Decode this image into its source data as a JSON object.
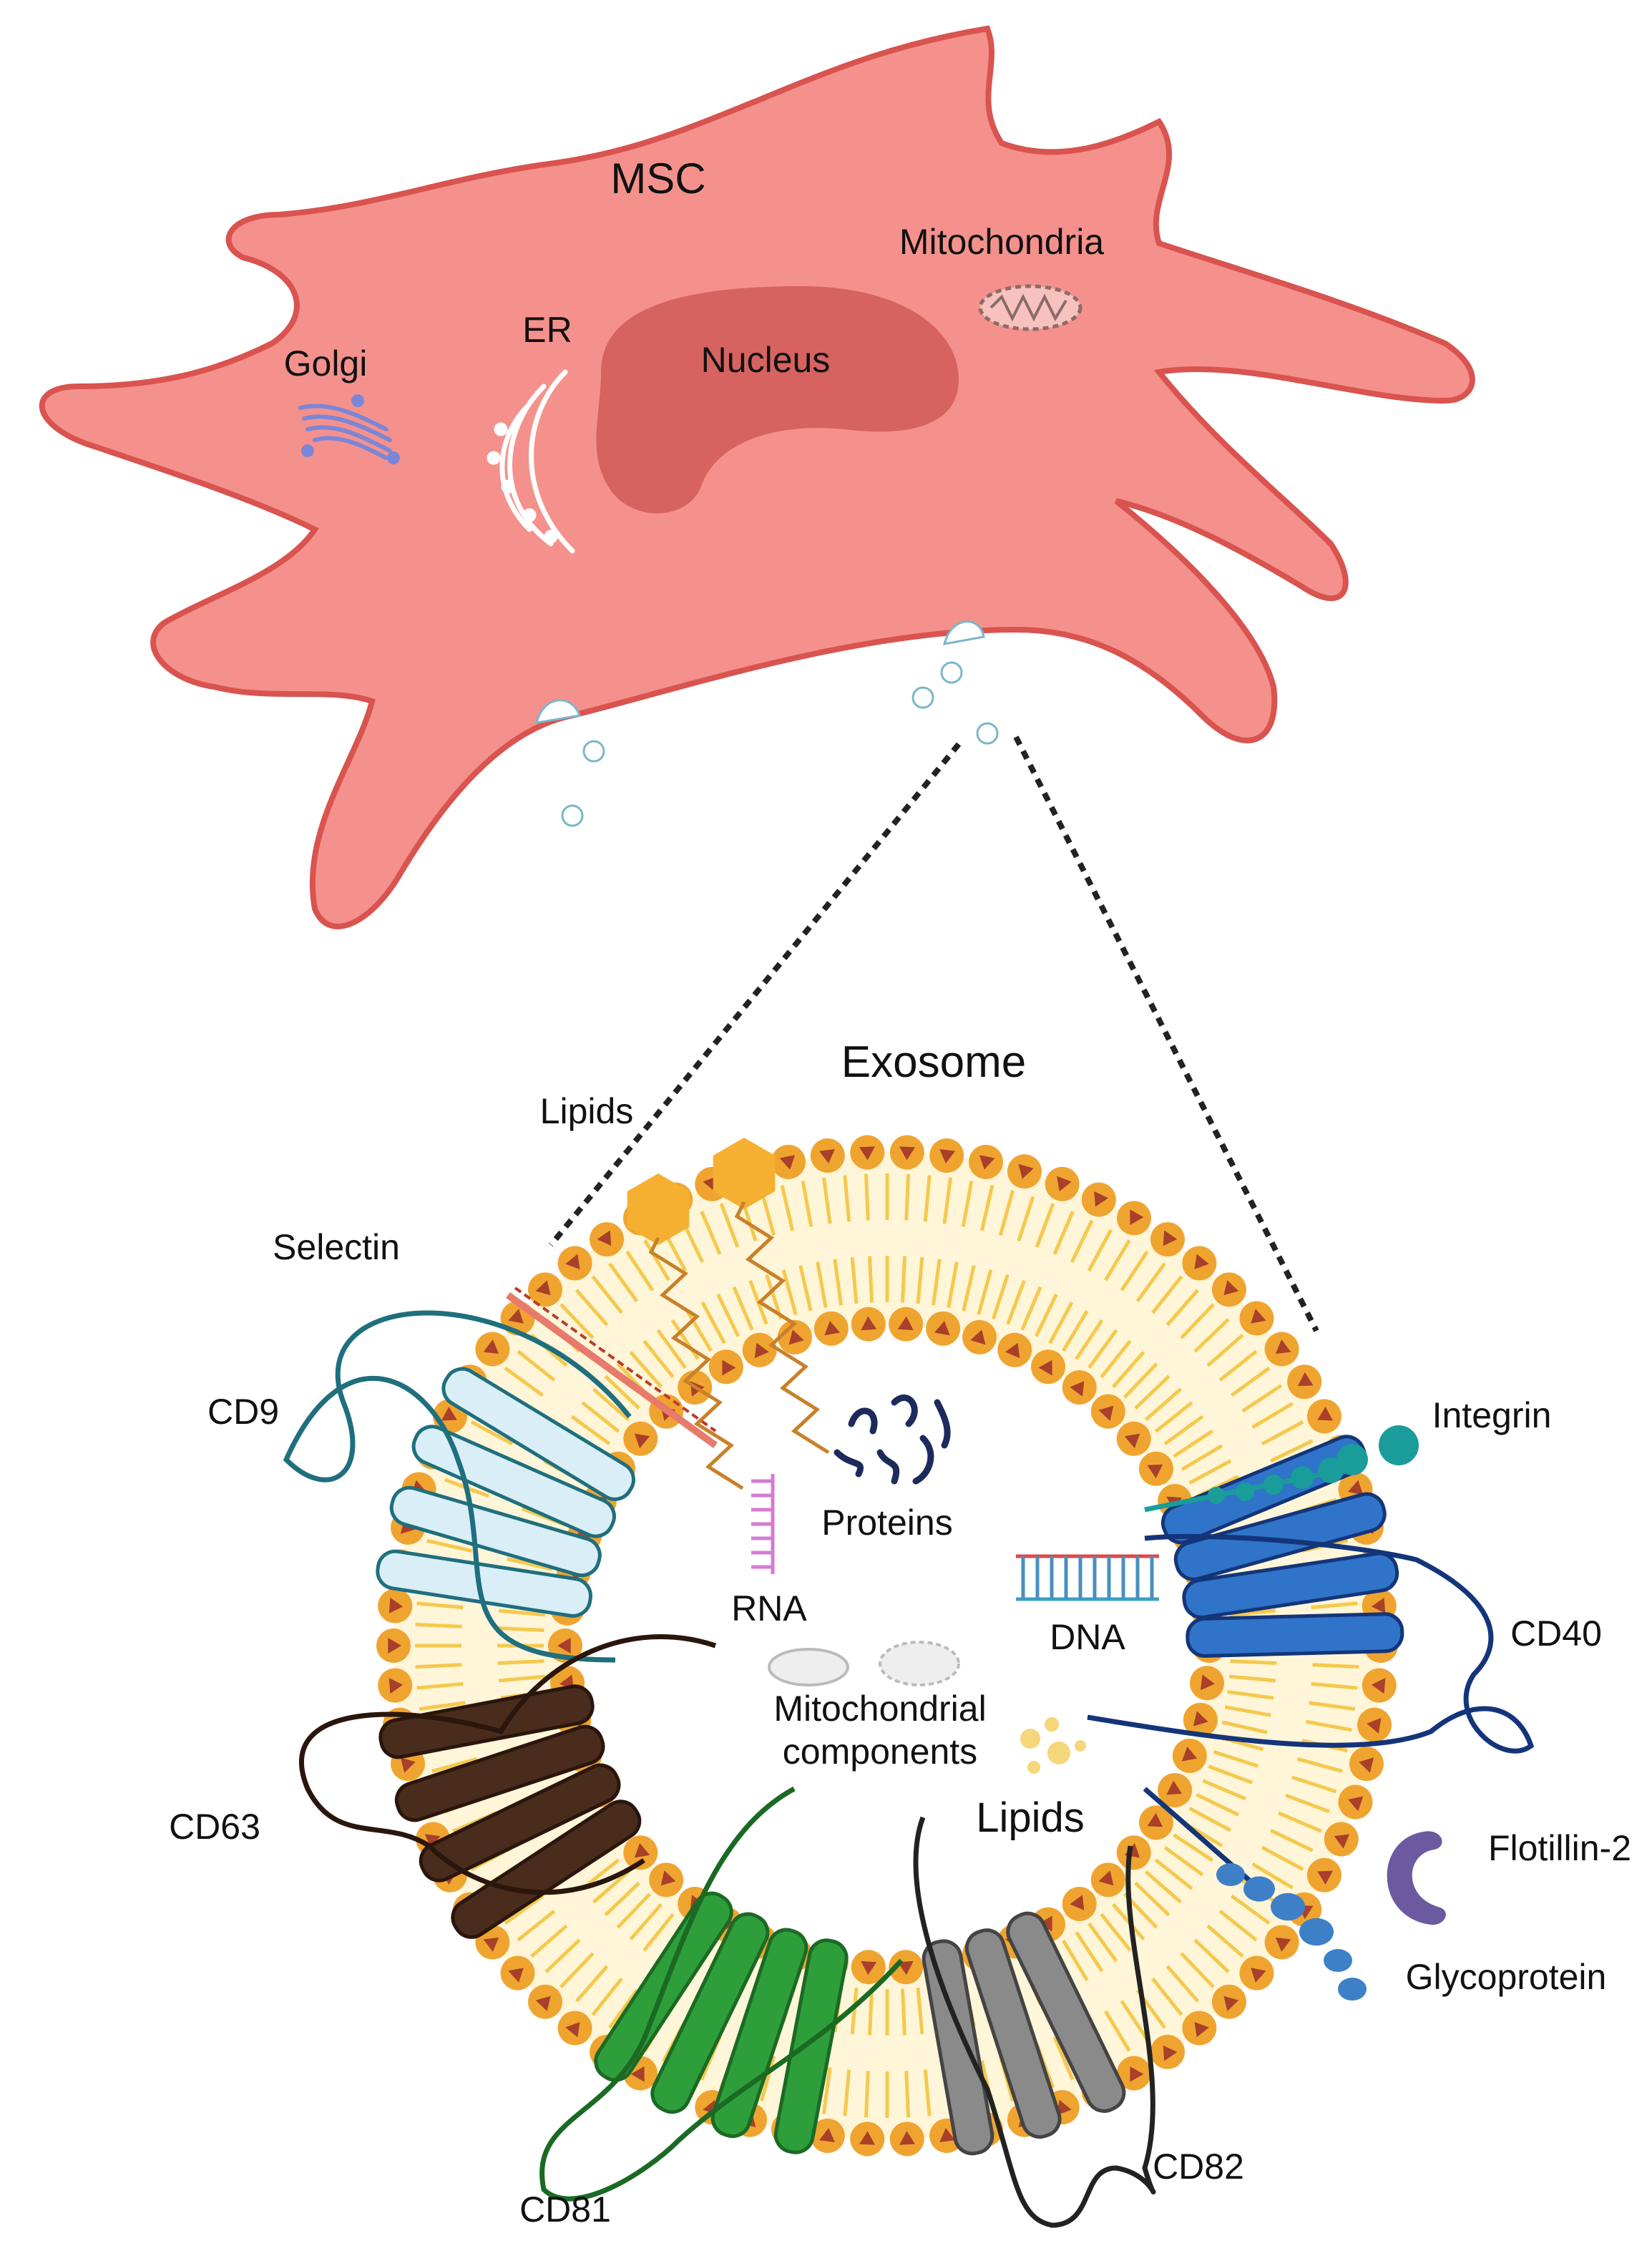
{
  "cell": {
    "title": "MSC",
    "labels": {
      "golgi": "Golgi",
      "er": "ER",
      "nucleus": "Nucleus",
      "mitochondria": "Mitochondria"
    },
    "colors": {
      "cytoplasm": "#f5918c",
      "membrane": "#d9534f",
      "nucleus": "#d66360"
    }
  },
  "exosome": {
    "title": "Exosome",
    "labels": {
      "lipids_top": "Lipids",
      "selectin": "Selectin",
      "cd9": "CD9",
      "proteins": "Proteins",
      "rna": "RNA",
      "dna": "DNA",
      "integrin": "Integrin",
      "cd40": "CD40",
      "mito_components_1": "Mitochondrial",
      "mito_components_2": "components",
      "lipids_inner": "Lipids",
      "flotillin": "Flotillin-2",
      "glycoprotein": "Glycoprotein",
      "cd63": "CD63",
      "cd81": "CD81",
      "cd82": "CD82"
    },
    "colors": {
      "lipid_head": "#f0a430",
      "lipid_tail": "#f5c94e",
      "triangle": "#a8402a",
      "cd9": "#d9eef6",
      "cd9_line": "#1f6f7e",
      "cd40": "#2f74c8",
      "cd40_line": "#14357a",
      "cd63": "#4a2c1c",
      "cd81": "#2e9e3a",
      "cd82": "#8a8a8a",
      "flotillin": "#6b5aa0",
      "glycoprotein": "#3d80c8",
      "integrin": "#1a9c9a",
      "selectin": "#e87a6c"
    }
  }
}
